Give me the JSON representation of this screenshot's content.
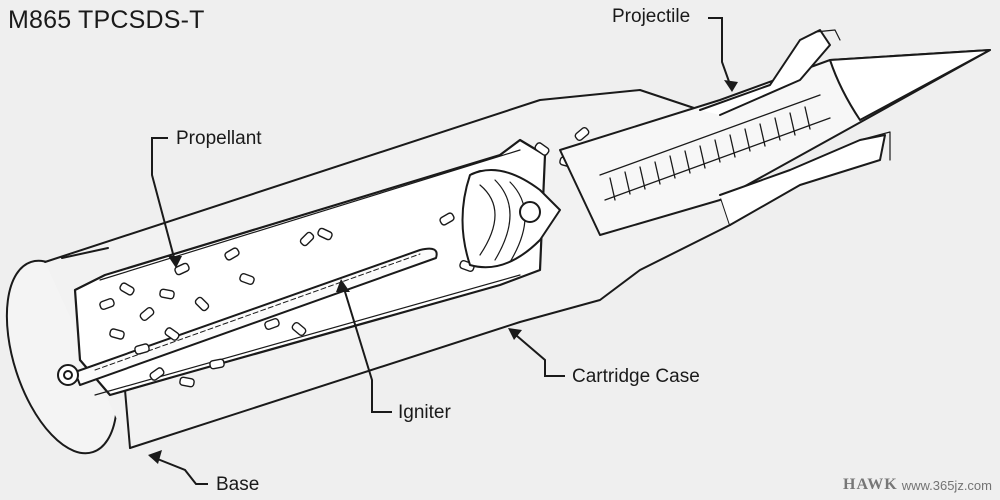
{
  "title": "M865 TPCSDS-T",
  "labels": {
    "projectile": "Projectile",
    "propellant": "Propellant",
    "cartridge_case": "Cartridge Case",
    "igniter": "Igniter",
    "base": "Base"
  },
  "watermark": {
    "brand": "HAWK",
    "url": "www.365jz.com"
  },
  "colors": {
    "background": "#efefef",
    "ink": "#1a1a1a"
  }
}
